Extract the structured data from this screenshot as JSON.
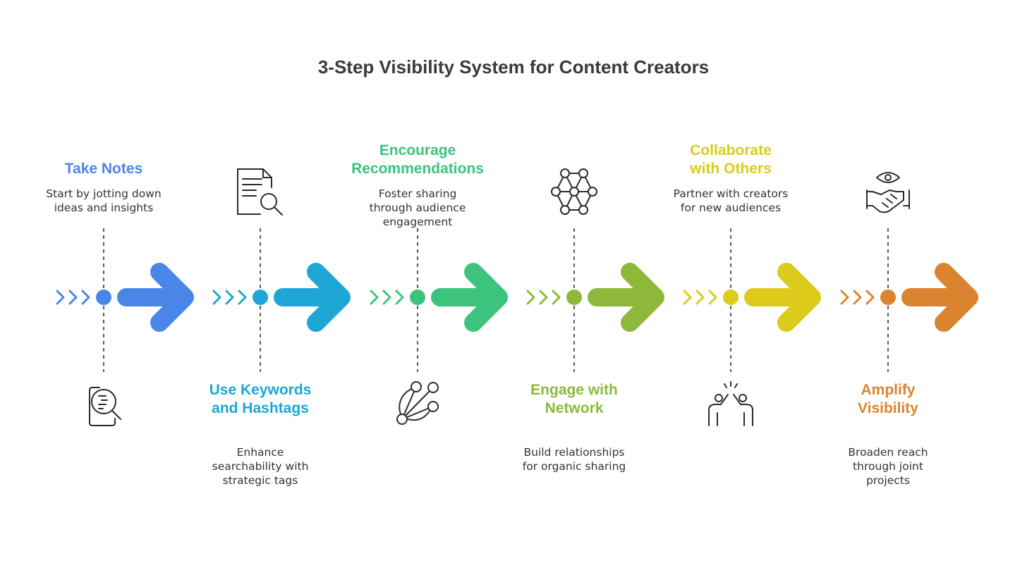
{
  "title": "3-Step Visibility System for Content Creators",
  "steps": [
    {
      "title_lines": [
        "Take Notes"
      ],
      "desc_lines": [
        "Start by jotting down",
        "ideas and insights"
      ],
      "color": "#4A86E8",
      "icon": "note-search-icon",
      "label_position": "top"
    },
    {
      "title_lines": [
        "Use Keywords",
        "and Hashtags"
      ],
      "desc_lines": [
        "Enhance",
        "searchability with",
        "strategic tags"
      ],
      "color": "#1DA6D6",
      "icon": "document-search-icon",
      "label_position": "bottom"
    },
    {
      "title_lines": [
        "Encourage",
        "Recommendations"
      ],
      "desc_lines": [
        "Foster sharing",
        "through audience",
        "engagement"
      ],
      "color": "#3CC37E",
      "icon": "share-network-icon",
      "label_position": "top"
    },
    {
      "title_lines": [
        "Engage with",
        "Network"
      ],
      "desc_lines": [
        "Build relationships",
        "for organic sharing"
      ],
      "color": "#8DB83A",
      "icon": "network-graph-icon",
      "label_position": "bottom"
    },
    {
      "title_lines": [
        "Collaborate",
        "with Others"
      ],
      "desc_lines": [
        "Partner with creators",
        "for new audiences"
      ],
      "color": "#DCCB1A",
      "icon": "high-five-icon",
      "label_position": "top"
    },
    {
      "title_lines": [
        "Amplify",
        "Visibility"
      ],
      "desc_lines": [
        "Broaden reach",
        "through joint",
        "projects"
      ],
      "color": "#DB8430",
      "icon": "handshake-eye-icon",
      "label_position": "bottom"
    }
  ]
}
